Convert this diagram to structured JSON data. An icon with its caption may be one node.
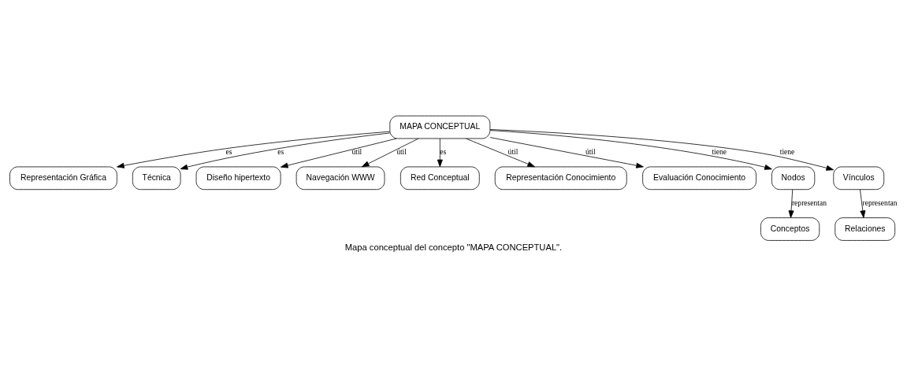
{
  "diagram": {
    "caption": "Mapa conceptual del concepto \"MAPA CONCEPTUAL\".",
    "nodes": [
      {
        "text": [
          "MAPA CONCEPTUAL"
        ]
      },
      {
        "text": [
          "Representación Gráfica"
        ]
      },
      {
        "text": [
          "Técnica"
        ]
      },
      {
        "text": [
          "Diseño hipertexto"
        ]
      },
      {
        "text": [
          "Navegación WWW"
        ]
      },
      {
        "text": [
          "Red Conceptual"
        ]
      },
      {
        "text": [
          "Representación Conocimiento"
        ]
      },
      {
        "text": [
          "Evaluación Conocimiento"
        ]
      },
      {
        "text": [
          "Nodos"
        ]
      },
      {
        "text": [
          "Vínculos"
        ]
      },
      {
        "text": [
          "Conceptos"
        ]
      },
      {
        "text": [
          "Relaciones"
        ]
      }
    ],
    "edges": [
      {
        "from": 0,
        "to": 1,
        "arrow": "to",
        "label": "es"
      },
      {
        "from": 0,
        "to": 2,
        "arrow": "to",
        "label": "es"
      },
      {
        "from": 0,
        "to": 3,
        "arrow": "to",
        "label": "útil"
      },
      {
        "from": 0,
        "to": 4,
        "arrow": "to",
        "label": "útil"
      },
      {
        "from": 0,
        "to": 5,
        "arrow": "to",
        "label": "es"
      },
      {
        "from": 0,
        "to": 6,
        "arrow": "to",
        "label": "útil"
      },
      {
        "from": 0,
        "to": 7,
        "arrow": "to",
        "label": "útil"
      },
      {
        "from": 0,
        "to": 8,
        "arrow": "to",
        "label": "tiene"
      },
      {
        "from": 0,
        "to": 9,
        "arrow": "to",
        "label": "tiene"
      },
      {
        "from": 8,
        "to": 10,
        "arrow": "to",
        "label": "representan"
      },
      {
        "from": 9,
        "to": 11,
        "arrow": "to",
        "label": "representan"
      }
    ]
  }
}
